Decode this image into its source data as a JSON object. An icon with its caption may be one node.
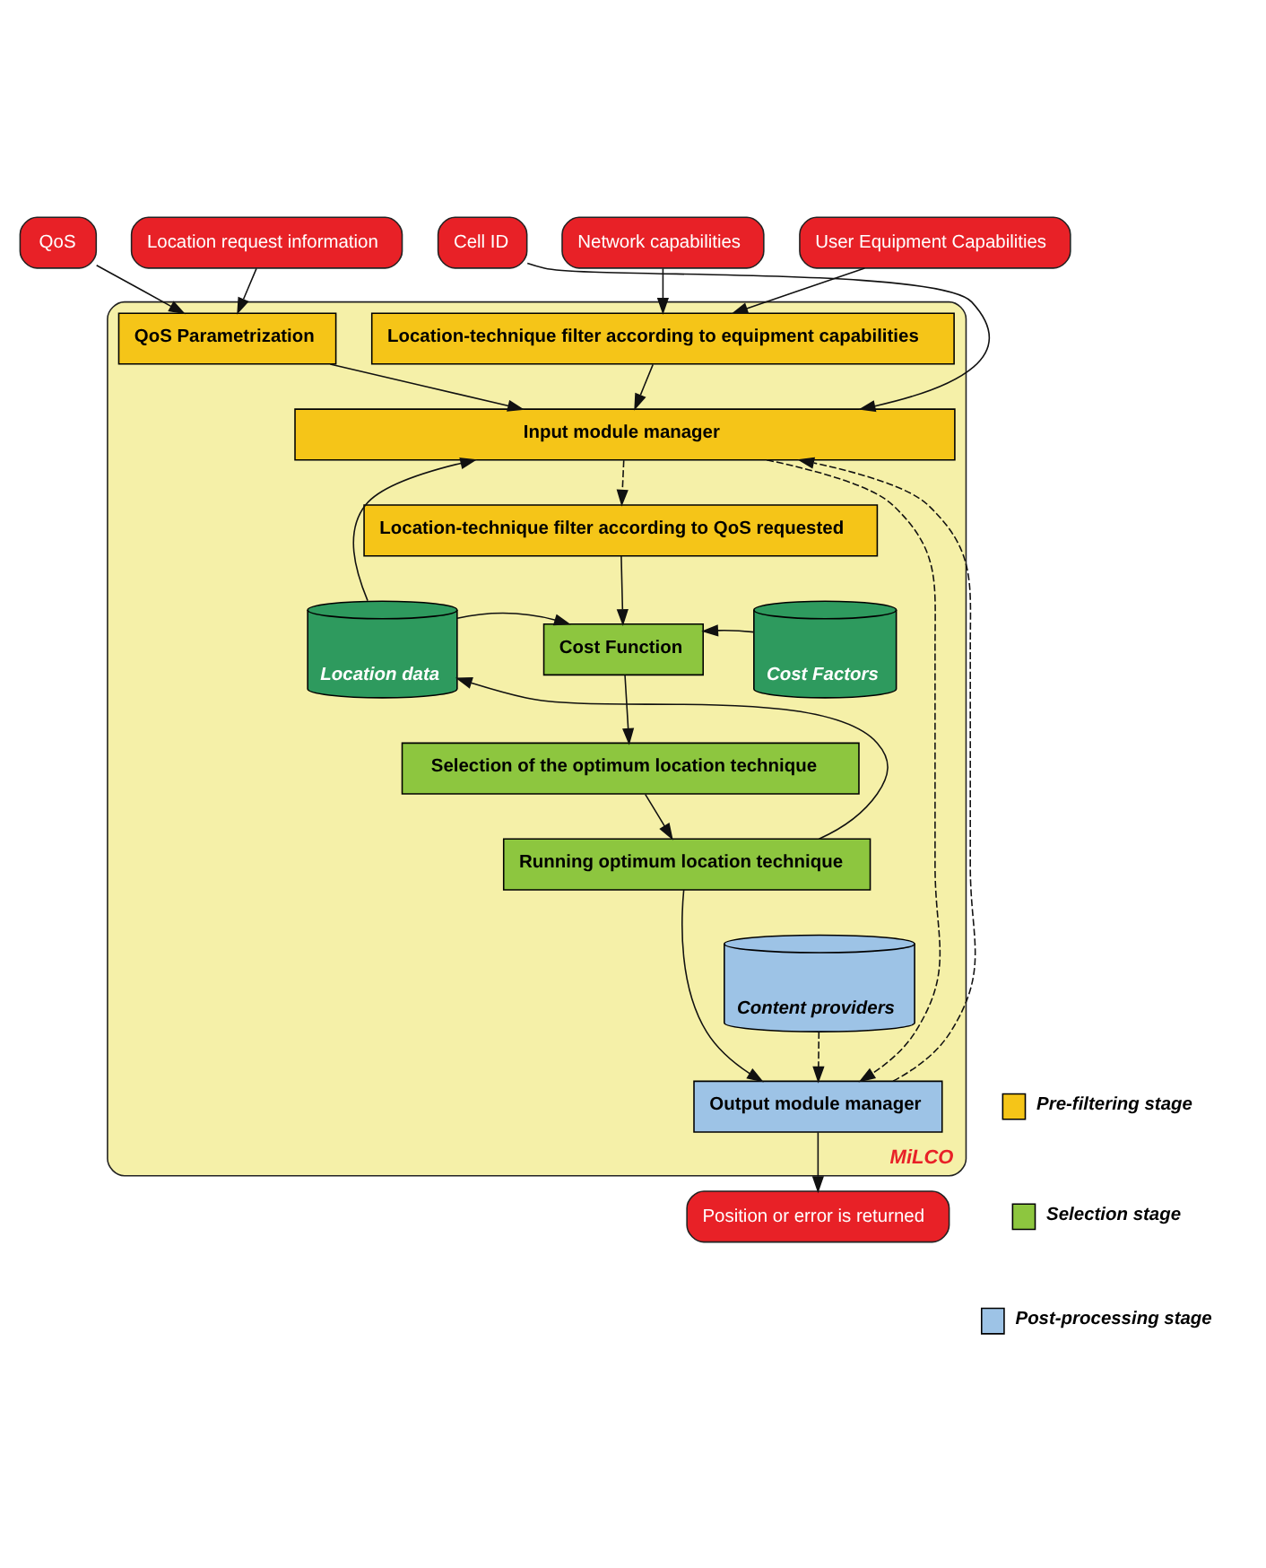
{
  "diagram": {
    "nodes": [
      {
        "text": [
          "QoS"
        ]
      },
      {
        "text": [
          "Location request information"
        ]
      },
      {
        "text": [
          "Cell ID"
        ]
      },
      {
        "text": [
          "Network capabilities"
        ]
      },
      {
        "text": [
          "User Equipment Capabilities"
        ]
      },
      {
        "text": [
          "MiLCO"
        ]
      },
      {
        "text": [
          "QoS Parametrization"
        ],
        "in": 5
      },
      {
        "text": [
          "Location-technique filter according to equipment capabilities"
        ],
        "in": 5
      },
      {
        "text": [
          "Input module manager"
        ],
        "in": 5
      },
      {
        "text": [
          "Location-technique filter according to QoS requested"
        ],
        "in": 5
      },
      {
        "text": [
          "Location data"
        ],
        "in": 5
      },
      {
        "text": [
          "Cost Function"
        ],
        "in": 5
      },
      {
        "text": [
          "Cost Factors"
        ],
        "in": 5
      },
      {
        "text": [
          "Selection of the optimum location technique"
        ],
        "in": 5
      },
      {
        "text": [
          "Running optimum location technique"
        ],
        "in": 5
      },
      {
        "text": [
          "Output module manager"
        ],
        "in": 5
      },
      {
        "text": [
          "Content providers"
        ],
        "in": 5
      },
      {
        "text": [
          "Position or error is returned"
        ]
      }
    ],
    "edges": [
      {
        "from": 0,
        "to": 6,
        "arrow": "to"
      },
      {
        "from": 1,
        "to": 6,
        "arrow": "to"
      },
      {
        "from": 2,
        "to": 8,
        "arrow": "to"
      },
      {
        "from": 3,
        "to": 7,
        "arrow": "to"
      },
      {
        "from": 4,
        "to": 7,
        "arrow": "to"
      },
      {
        "from": 6,
        "to": 8,
        "arrow": "to"
      },
      {
        "from": 7,
        "to": 8,
        "arrow": "to"
      },
      {
        "from": 8,
        "to": 9,
        "arrow": "to",
        "style": "dashed"
      },
      {
        "from": 10,
        "to": 8,
        "arrow": "to"
      },
      {
        "from": 9,
        "to": 11,
        "arrow": "to"
      },
      {
        "from": 10,
        "to": 11,
        "arrow": "to"
      },
      {
        "from": 12,
        "to": 11,
        "arrow": "to"
      },
      {
        "from": 11,
        "to": 13,
        "arrow": "to"
      },
      {
        "from": 13,
        "to": 14,
        "arrow": "to"
      },
      {
        "from": 14,
        "to": 10,
        "arrow": "to"
      },
      {
        "from": 14,
        "to": 15,
        "arrow": "to"
      },
      {
        "from": 8,
        "to": 15,
        "arrow": "to",
        "style": "dashed"
      },
      {
        "from": 16,
        "to": 15,
        "arrow": "to",
        "style": "dashed"
      },
      {
        "from": 15,
        "to": 8,
        "arrow": "to",
        "style": "dashed"
      },
      {
        "from": 15,
        "to": 17,
        "arrow": "to"
      }
    ],
    "legend": [
      {
        "text": "Pre-filtering stage",
        "color": "#f5c518"
      },
      {
        "text": "Selection stage",
        "color": "#8dc63f"
      },
      {
        "text": "Post-processing stage",
        "color": "#9dc3e6"
      }
    ]
  }
}
